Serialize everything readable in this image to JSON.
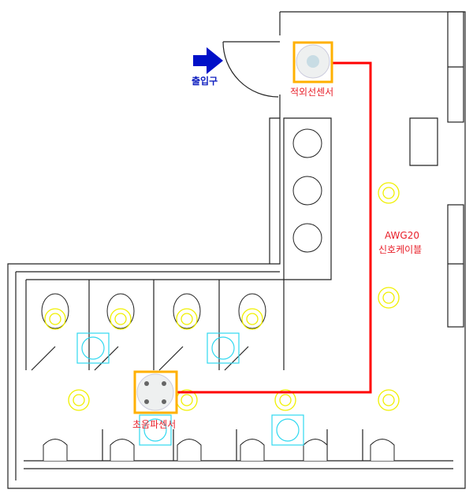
{
  "labels": {
    "entrance": "출입구",
    "ir_sensor": "적외선센서",
    "cable_line1": "AWG20",
    "cable_line2": "신호케이블",
    "ultrasonic_sensor": "초음파센서"
  },
  "colors": {
    "cable": "#ff0000",
    "sensor_frame": "#ffb000",
    "light": "#f0f000",
    "fan": "#30d8f0",
    "arrow": "#0010c8"
  }
}
